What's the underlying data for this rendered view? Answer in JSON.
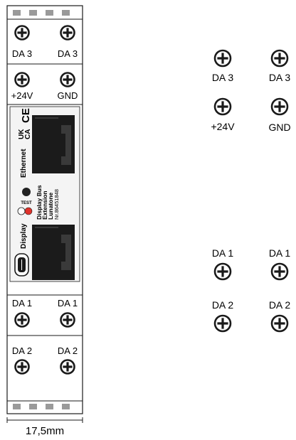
{
  "device": {
    "terminals_top_row1": [
      "DA 3",
      "DA 3"
    ],
    "terminals_top_row2": [
      "+24V",
      "GND"
    ],
    "terminals_bottom_row1": [
      "DA 1",
      "DA 1"
    ],
    "terminals_bottom_row2": [
      "DA 2",
      "DA 2"
    ],
    "marks": {
      "uk": "UK",
      "ca": "CA",
      "ce": "CE"
    },
    "port_top_label": "Ethernet",
    "port_bottom_label": "Display",
    "test_label": "TEST",
    "product_lines": [
      "Display Bus",
      "Extension",
      "Lunatone",
      "Nr.86451848"
    ],
    "width_label": "17,5mm"
  },
  "side_view": {
    "top_row1": [
      "DA 3",
      "DA 3"
    ],
    "top_row2": [
      "+24V",
      "GND"
    ],
    "bottom_row1": [
      "DA 1",
      "DA 1"
    ],
    "bottom_row2": [
      "DA 2",
      "DA 2"
    ]
  },
  "colors": {
    "outline": "#1a1a1a",
    "screw_fill": "#ffffff",
    "port_fill": "#1b1b1b",
    "led_red": "#e0322b",
    "button_dark": "#222222"
  }
}
